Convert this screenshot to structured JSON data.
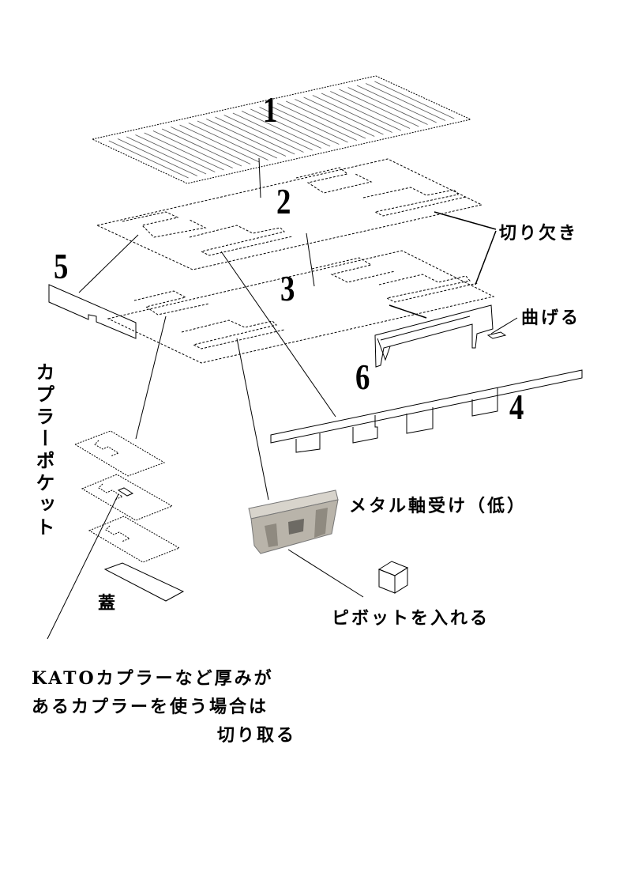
{
  "parts": {
    "p1": "1",
    "p2": "2",
    "p3": "3",
    "p4": "4",
    "p5": "5",
    "p6": "6"
  },
  "labels": {
    "notch": "切り欠き",
    "bend": "曲げる",
    "coupler_pocket": "カプラーポケット",
    "lid": "蓋",
    "metal_bearing": "メタル軸受け（低）",
    "pivot": "ピボットを入れる",
    "note_line1": "KATOカプラーなど厚みが",
    "note_line2": "あるカプラーを使う場合は",
    "note_line3": "切り取る"
  },
  "colors": {
    "ink": "#000000",
    "bearing": "#b9b4aa"
  }
}
